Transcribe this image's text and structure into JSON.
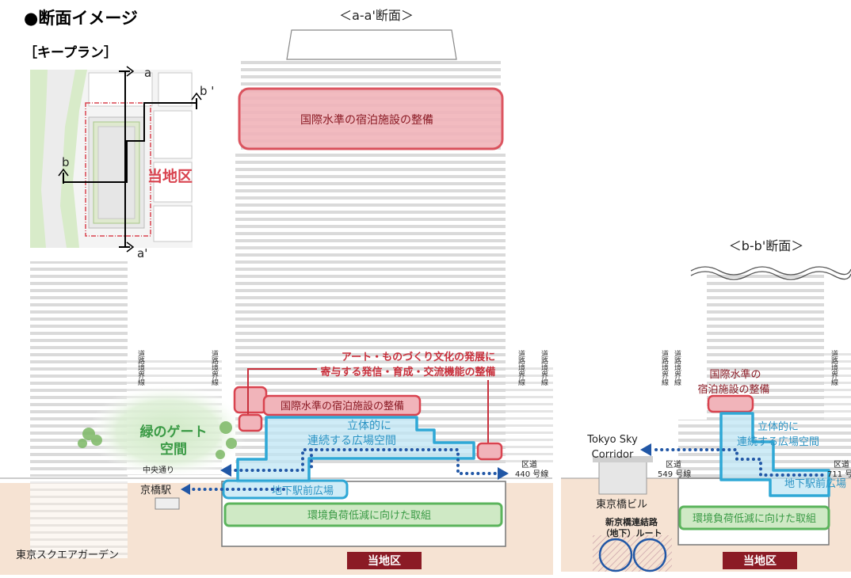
{
  "header": {
    "title": "●断面イメージ",
    "keyplan_label": "［キープラン］"
  },
  "section_titles": {
    "aa": "＜a-a'断面＞",
    "bb": "＜b-b'断面＞"
  },
  "keyplan": {
    "marks": [
      "a",
      "b '",
      "b",
      "a'"
    ],
    "area_label": "当地区"
  },
  "labels_aa": {
    "top_facility": "国際水準の宿泊施設の整備",
    "facility_low": "国際水準の宿泊施設の整備",
    "art_line1": "アート・ものづくり文化の発展に",
    "art_line2": "寄与する発信・育成・交流機能の整備",
    "plaza_line1": "立体的に",
    "plaza_line2": "連続する広場空間",
    "green_gate_line1": "緑のゲート",
    "green_gate_line2": "空間",
    "underground_plaza": "地下駅前広場",
    "environment": "環境負荷低減に向けた取組",
    "chuo_dori": "中央通り",
    "kyobashi_station": "京橋駅",
    "ward_road_line1": "区道",
    "ward_road_line2": "440 号線",
    "tokyo_square_garden": "東京スクエアガーデン",
    "area": "当地区",
    "boundary": "道路境界線"
  },
  "labels_bb": {
    "facility_line1": "国際水準の",
    "facility_line2": "宿泊施設の整備",
    "plaza_line1": "立体的に",
    "plaza_line2": "連続する広場空間",
    "underground_plaza": "地下駅前広場",
    "environment": "環境負荷低減に向けた取組",
    "corridor_line1": "Tokyo Sky",
    "corridor_line2": "Corridor",
    "ward_road_549_line1": "区道",
    "ward_road_549_line2": "549 号線",
    "ward_road_711_line1": "区道",
    "ward_road_711_line2": "711 号",
    "tokyo_building": "東京橋ビル",
    "connection_line1": "新京橋連結路",
    "connection_line2": "（地下）ルート",
    "area": "当地区",
    "boundary": "道路境界線"
  },
  "colors": {
    "red_stroke": "#d9434f",
    "red_fill": "#f1b4ba",
    "red_text": "#c8303c",
    "cyan": "#2fa8d6",
    "cyan_fill": "#bfe6f4",
    "navy_dots": "#2157a6",
    "green_stroke": "#5bb45c",
    "green_fill": "#cfe9c5",
    "green_text": "#3a9a45",
    "ground": "#f6e3d3",
    "badge": "#8b1b25"
  }
}
